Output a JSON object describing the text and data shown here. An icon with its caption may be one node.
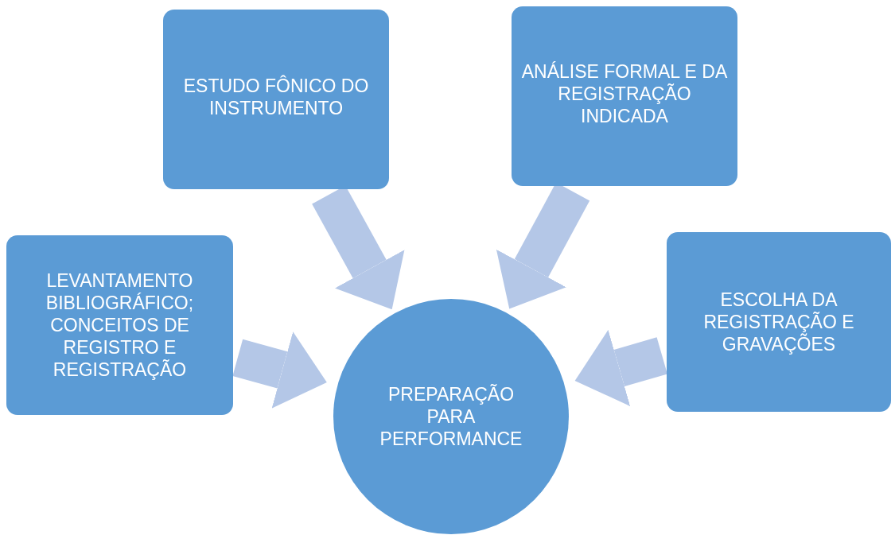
{
  "diagram": {
    "nodes": [
      {
        "text": [
          "ESTUDO FÔNICO DO INSTRUMENTO"
        ]
      },
      {
        "text": [
          "ANÁLISE FORMAL E DA REGISTRAÇÃO INDICADA"
        ]
      },
      {
        "text": [
          "LEVANTAMENTO BIBLIOGRÁFICO; CONCEITOS DE REGISTRO E REGISTRAÇÃO"
        ]
      },
      {
        "text": [
          "ESCOLHA DA REGISTRAÇÃO E GRAVAÇÕES"
        ]
      },
      {
        "text": [
          "PREPARAÇÃO PARA PERFORMANCE"
        ]
      }
    ],
    "edges": [
      {
        "from": 0,
        "to": 4,
        "arrow": "to"
      },
      {
        "from": 1,
        "to": 4,
        "arrow": "to"
      },
      {
        "from": 2,
        "to": 4,
        "arrow": "to"
      },
      {
        "from": 3,
        "to": 4,
        "arrow": "to"
      }
    ]
  }
}
